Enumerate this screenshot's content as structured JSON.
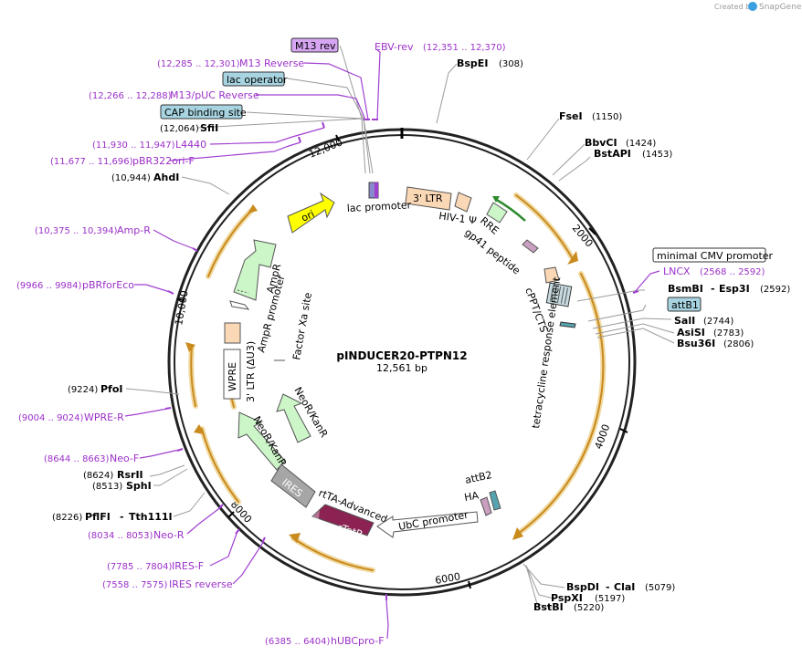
{
  "header": {
    "created_by": "Created by",
    "brand": "SnapGene"
  },
  "plasmid": {
    "name": "pINDUCER20-PTPN12",
    "size": "12,561 bp"
  },
  "ticks": [
    "2000",
    "4000",
    "6000",
    "8000",
    "10,000",
    "12,000"
  ],
  "labels": {
    "m13_rev": "M13 rev",
    "ebv_rev": "EBV-rev",
    "ebv_rev_range": "(12,351 .. 12,370)",
    "bspei": "BspEI",
    "bspei_pos": "(308)",
    "m13_reverse_range": "(12,285 .. 12,301)",
    "m13_reverse": "M13 Reverse",
    "lac_operator": "lac operator",
    "m13puc_range": "(12,266 .. 12,288)",
    "m13puc": "M13/pUC Reverse",
    "cap_binding": "CAP binding site",
    "sfii_pos": "(12,064)",
    "sfii": "SfiI",
    "l4440_range": "(11,930 .. 11,947)",
    "l4440": "L4440",
    "pbr322_range": "(11,677 .. 11,696)",
    "pbr322": "pBR322ori-F",
    "ahdi_pos": "(10,944)",
    "ahdi": "AhdI",
    "ampr_range": "(10,375 .. 10,394)",
    "ampr": "Amp-R",
    "pbrforeco_range": "(9966 .. 9984)",
    "pbrforeco": "pBRforEco",
    "pfoi_pos": "(9224)",
    "pfoi": "PfoI",
    "wpre_range": "(9004 .. 9024)",
    "wpre": "WPRE-R",
    "neof_range": "(8644 .. 8663)",
    "neof": "Neo-F",
    "rsrii_pos": "(8624)",
    "rsrii": "RsrII",
    "sphi_pos": "(8513)",
    "sphi": "SphI",
    "pflfi_pos": "(8226)",
    "pflfi": "PflFI",
    "tth_sep": "-",
    "tth111i": "Tth111I",
    "neor_range": "(8034 .. 8053)",
    "neor": "Neo-R",
    "iresf_range": "(7785 .. 7804)",
    "iresf": "IRES-F",
    "iresrev_range": "(7558 .. 7575)",
    "iresrev": "IRES reverse",
    "hubc_range": "(6385 .. 6404)",
    "hubc": "hUBCpro-F",
    "fsei": "FseI",
    "fsei_pos": "(1150)",
    "bbvci": "BbvCI",
    "bbvci_pos": "(1424)",
    "bstapi": "BstAPI",
    "bstapi_pos": "(1453)",
    "min_cmv": "minimal CMV promoter",
    "lncx": "LNCX",
    "lncx_range": "(2568 .. 2592)",
    "bsmbi": "BsmBI",
    "esp3i_sep": "-",
    "esp3i": "Esp3I",
    "esp3i_pos": "(2592)",
    "attb1": "attB1",
    "sali": "SalI",
    "sali_pos": "(2744)",
    "asisi": "AsiSI",
    "asisi_pos": "(2783)",
    "bsu36i": "Bsu36I",
    "bsu36i_pos": "(2806)",
    "bspdi": "BspDI",
    "clai_sep": "-",
    "clai": "ClaI",
    "clai_pos": "(5079)",
    "pspxi": "PspXI",
    "pspxi_pos": "(5197)",
    "bstbi": "BstBI",
    "bstbi_pos": "(5220)"
  },
  "features": {
    "ltr5": "3' LTR",
    "hiv_psi": "HIV-1 Ψ",
    "rre": "RRE",
    "gp41": "gp41 peptide",
    "cppt": "cPPT/CTS",
    "tre": "tetracycline response element",
    "lac_promoter": "lac promoter",
    "ori": "ori",
    "ampr": "AmpR",
    "ampr_promoter": "AmpR promoter",
    "factor_xa": "Factor Xa site",
    "ltr3": "3' LTR (ΔU3)",
    "wpre": "WPRE",
    "neokan_inner": "NeoR/KanR",
    "neokan_outer": "NeoR/KanR",
    "ires": "IRES",
    "rtta": "rtTA-Advanced",
    "rtetr": "rTetR",
    "ubc": "UbC promoter",
    "attb2": "attB2",
    "ha": "HA"
  },
  "colors": {
    "primer": "#9b30c8",
    "badge_purple": "#d7a6f3",
    "badge_blue": "#a7d4e0",
    "ori_yellow": "#ffff00",
    "ltr_peach": "#fad7b5",
    "marker_green": "#ccf5c8",
    "ires_gray": "#a6a6a6",
    "rtetr_maroon": "#8b2252",
    "orf_orange": "#ffe7a6"
  }
}
